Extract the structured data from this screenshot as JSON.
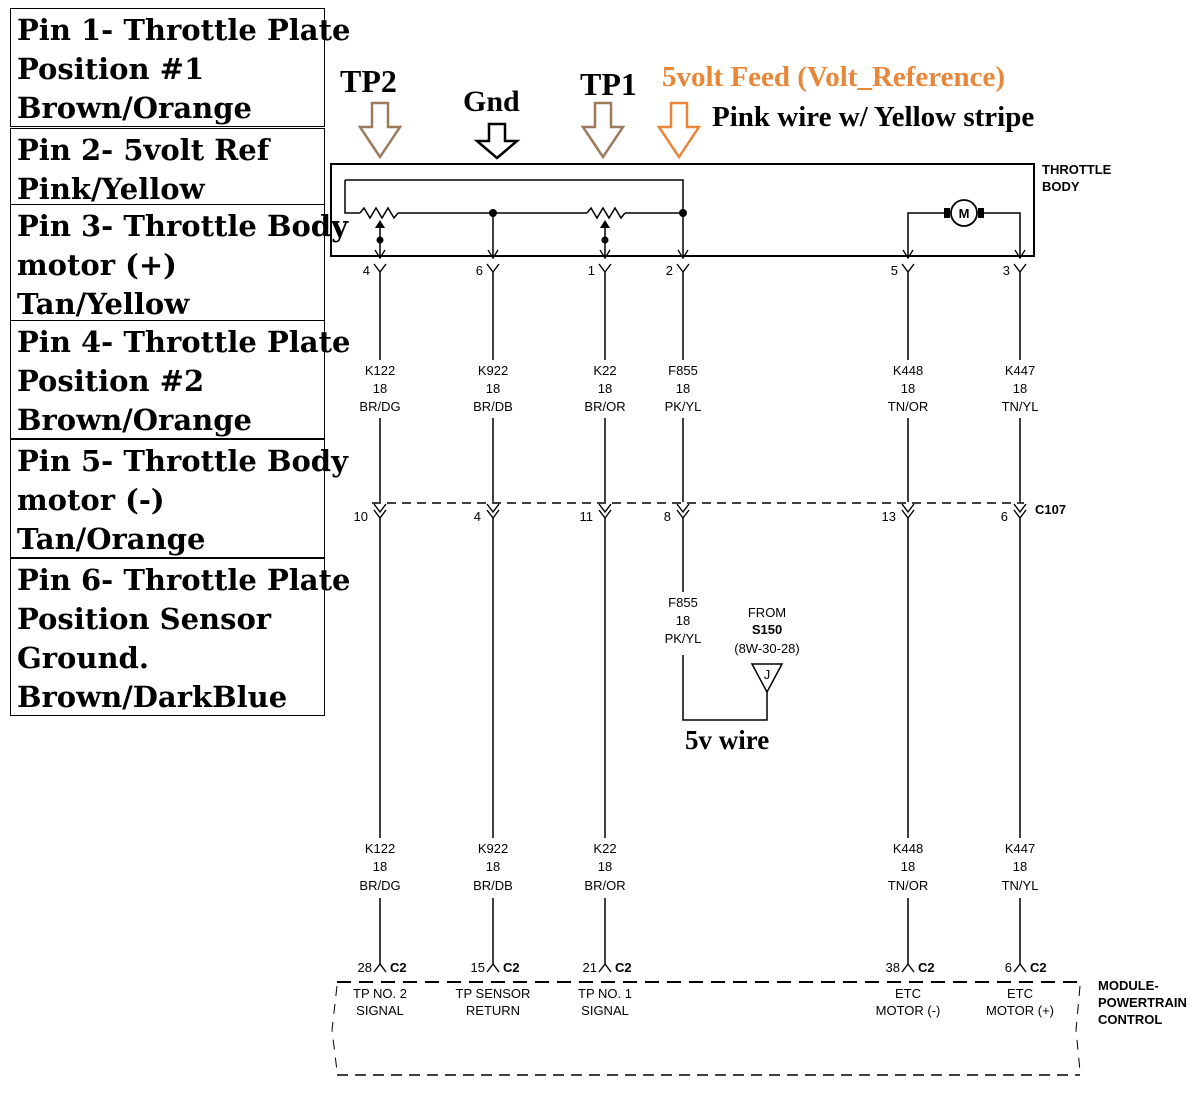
{
  "pin_table": [
    {
      "lines": [
        "Pin 1- Throttle Plate",
        "Position #1",
        "Brown/Orange"
      ]
    },
    {
      "lines": [
        "Pin 2- 5volt Ref",
        "Pink/Yellow"
      ]
    },
    {
      "lines": [
        "Pin 3- Throttle Body",
        "motor (+)",
        "Tan/Yellow"
      ]
    },
    {
      "lines": [
        "Pin 4- Throttle Plate",
        "Position #2",
        "Brown/Orange"
      ]
    },
    {
      "lines": [
        "Pin 5- Throttle Body",
        "motor (-)",
        "Tan/Orange"
      ]
    },
    {
      "lines": [
        "Pin 6- Throttle Plate",
        "Position Sensor",
        "Ground.",
        "Brown/DarkBlue"
      ]
    }
  ],
  "annotations": {
    "tp2": "TP2",
    "gnd": "Gnd",
    "tp1": "TP1",
    "feed": "5volt Feed (Volt_Reference)",
    "feed_desc": "Pink wire w/ Yellow stripe",
    "five_v_wire": "5v wire"
  },
  "colors": {
    "arrow_brown": "#9c7a5c",
    "arrow_black": "#000000",
    "feed_orange": "#e8873a",
    "line": "#000000"
  },
  "throttle_body": {
    "label_1": "THROTTLE",
    "label_2": "BODY",
    "motor_symbol": "M"
  },
  "connector_c107": "C107",
  "wires": [
    {
      "top_pin": "4",
      "mid_pin": "10",
      "circuit": "K122",
      "gauge": "18",
      "color": "BR/DG",
      "pcm_pin": "28",
      "pcm_conn": "C2",
      "pcm_label_1": "TP NO. 2",
      "pcm_label_2": "SIGNAL"
    },
    {
      "top_pin": "6",
      "mid_pin": "4",
      "circuit": "K922",
      "gauge": "18",
      "color": "BR/DB",
      "pcm_pin": "15",
      "pcm_conn": "C2",
      "pcm_label_1": "TP SENSOR",
      "pcm_label_2": "RETURN"
    },
    {
      "top_pin": "1",
      "mid_pin": "11",
      "circuit": "K22",
      "gauge": "18",
      "color": "BR/OR",
      "pcm_pin": "21",
      "pcm_conn": "C2",
      "pcm_label_1": "TP NO. 1",
      "pcm_label_2": "SIGNAL"
    },
    {
      "top_pin": "2",
      "mid_pin": "8",
      "circuit": "F855",
      "gauge": "18",
      "color": "PK/YL"
    },
    {
      "top_pin": "5",
      "mid_pin": "13",
      "circuit": "K448",
      "gauge": "18",
      "color": "TN/OR",
      "pcm_pin": "38",
      "pcm_conn": "C2",
      "pcm_label_1": "ETC",
      "pcm_label_2": "MOTOR (-)"
    },
    {
      "top_pin": "3",
      "mid_pin": "6",
      "circuit": "K447",
      "gauge": "18",
      "color": "TN/YL",
      "pcm_pin": "6",
      "pcm_conn": "C2",
      "pcm_label_1": "ETC",
      "pcm_label_2": "MOTOR (+)"
    }
  ],
  "splice": {
    "circuit": "F855",
    "gauge": "18",
    "color": "PK/YL",
    "from": "FROM",
    "splice_id": "S150",
    "ref": "(8W-30-28)",
    "symbol": "J"
  },
  "pcm": {
    "label_1": "MODULE-",
    "label_2": "POWERTRAIN",
    "label_3": "CONTROL"
  }
}
